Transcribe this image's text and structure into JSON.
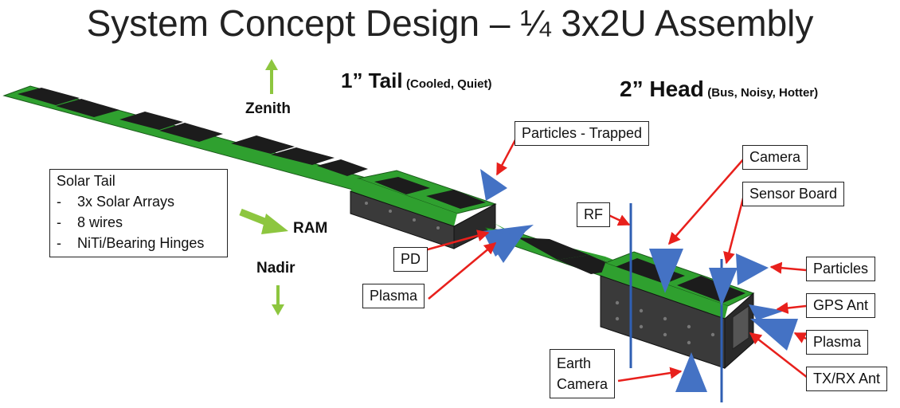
{
  "title": "System Concept Design – ¼ 3x2U Assembly",
  "headers": {
    "tail": {
      "main": "1” Tail",
      "sub": "(Cooled, Quiet)"
    },
    "head": {
      "main": "2” Head",
      "sub": "(Bus, Noisy, Hotter)"
    }
  },
  "directions": {
    "zenith": "Zenith",
    "nadir": "Nadir",
    "ram": "RAM"
  },
  "solar_tail": {
    "heading": "Solar Tail",
    "items": [
      "3x Solar Arrays",
      "8 wires",
      "NiTi/Bearing Hinges"
    ],
    "dash": "-"
  },
  "labels": {
    "particles_trapped": "Particles - Trapped",
    "camera": "Camera",
    "sensor_board": "Sensor Board",
    "rf": "RF",
    "pd": "PD",
    "plasma_left": "Plasma",
    "particles": "Particles",
    "gps_ant": "GPS Ant",
    "plasma_right": "Plasma",
    "earth_camera": "Earth Camera",
    "earth_camera_line1": "Earth",
    "earth_camera_line2": "Camera",
    "txrx_ant": "TX/RX Ant"
  },
  "colors": {
    "panel_green": "#2fa02f",
    "cell_dark": "#1c1c1c",
    "chassis": "#3a3a3a",
    "sensor_blue": "#4472c4",
    "callout_red": "#e8201c",
    "arrow_green": "#8dc63f",
    "antenna_blue": "#2f5fb3"
  }
}
